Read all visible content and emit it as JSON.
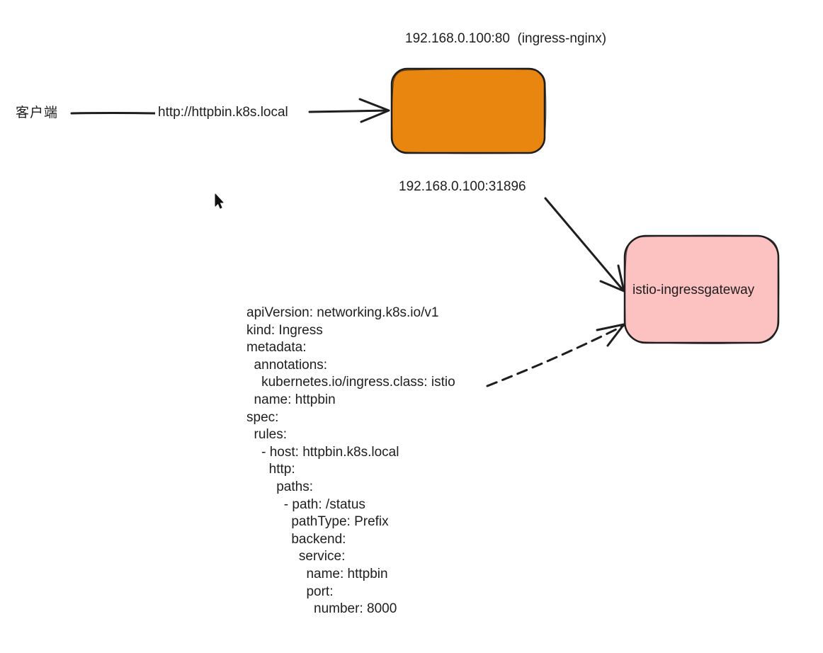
{
  "nodes": {
    "client": {
      "label": "客户端"
    },
    "ingress_nginx": {
      "address": "192.168.0.100:80  (ingress-nginx)",
      "fill": "#e8860f"
    },
    "istio_gateway": {
      "label": "istio-ingressgateway",
      "fill": "#fcc1c1"
    }
  },
  "edges": {
    "client_to_nginx": {
      "label": "http://httpbin.k8s.local"
    },
    "nginx_to_gateway": {
      "label": "192.168.0.100:31896"
    }
  },
  "yaml_lines": [
    "apiVersion: networking.k8s.io/v1",
    "kind: Ingress",
    "metadata:",
    "  annotations:",
    "    kubernetes.io/ingress.class: istio",
    "  name: httpbin",
    "spec:",
    "  rules:",
    "    - host: httpbin.k8s.local",
    "      http:",
    "        paths:",
    "          - path: /status",
    "            pathType: Prefix",
    "            backend:",
    "              service:",
    "                name: httpbin",
    "                port:",
    "                  number: 8000"
  ],
  "colors": {
    "stroke": "#1e1e1e",
    "ingress_fill": "#e8860f",
    "gateway_fill": "#fcc1c1"
  }
}
